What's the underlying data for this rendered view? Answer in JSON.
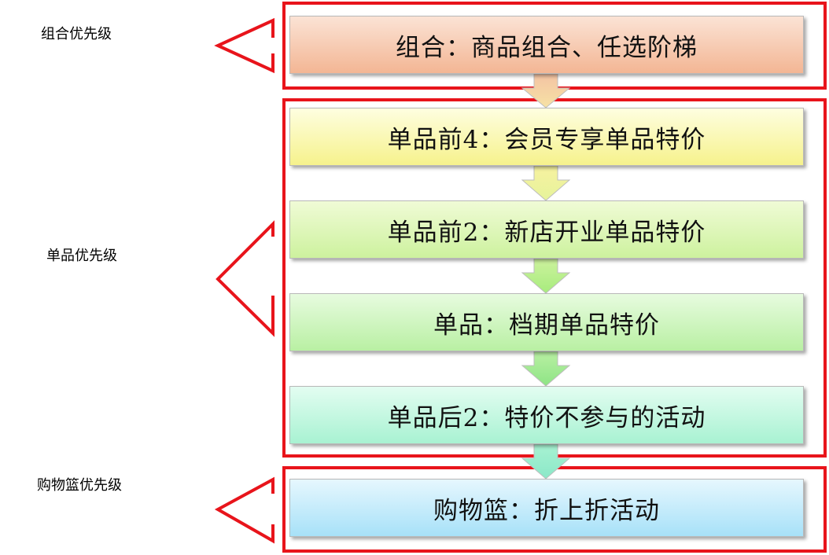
{
  "diagram": {
    "levels": [
      {
        "label": "组合优先级"
      },
      {
        "label": "单品优先级"
      },
      {
        "label": "购物篮优先级"
      }
    ],
    "steps": [
      {
        "text": "组合：商品组合、任选阶梯"
      },
      {
        "text": "单品前4：会员专享单品特价"
      },
      {
        "text": "单品前2：新店开业单品特价"
      },
      {
        "text": "单品：档期单品特价"
      },
      {
        "text": "单品后2：特价不参与的活动"
      },
      {
        "text": "购物篮：折上折活动"
      }
    ],
    "colors": {
      "group_frame": "#e8141b",
      "arrow_down_light": "#fbe7b8",
      "arrow_down_dark": "#7fd35a"
    }
  }
}
